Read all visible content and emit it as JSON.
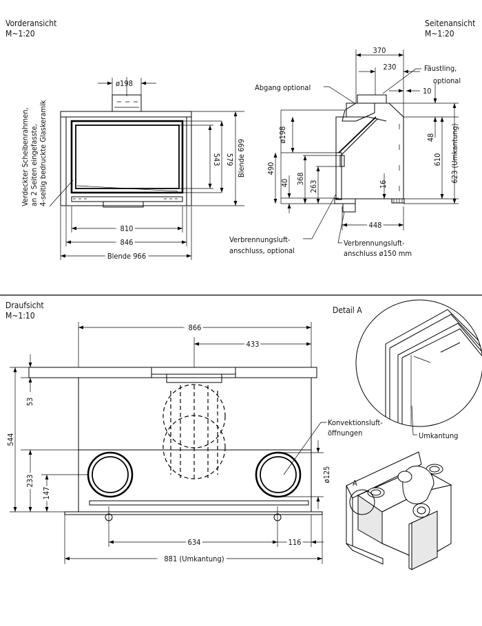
{
  "front": {
    "title": "Vorderansicht",
    "scale": "M~1:20",
    "dim_flue": "ø198",
    "dim_543": "543",
    "dim_579": "579",
    "dim_blende_h": "Blende 699",
    "dim_810": "810",
    "dim_846": "846",
    "dim_blende_w": "Blende 966",
    "note": [
      "Verdeckter Scheibenrahmen,",
      "an 2 Seiten eingefasste,",
      "4-seitig bedruckte Glaskeramik"
    ]
  },
  "side": {
    "title": "Seitenansicht",
    "scale": "M~1:20",
    "dim_370": "370",
    "dim_230": "230",
    "dim_10": "10",
    "faustling": [
      "Fäustling,",
      "optional"
    ],
    "abgang": "Abgang optional",
    "dim_198": "ø198",
    "dim_490": "490",
    "dim_40": "40",
    "dim_368": "368",
    "dim_263": "263",
    "dim_16": "16",
    "dim_48": "48",
    "dim_610": "610",
    "dim_623": "623 (Umkantung)",
    "dim_448": "448",
    "air_opt": [
      "Verbrennungsluft-",
      "anschluss, optional"
    ],
    "air_150": [
      "Verbrennungsluft-",
      "anschluss ø150 mm"
    ]
  },
  "top": {
    "title": "Draufsicht",
    "scale": "M~1:10",
    "dim_866": "866",
    "dim_433": "433",
    "dim_53": "53",
    "dim_544": "544",
    "dim_233": "233",
    "dim_147": "147",
    "dim_125": "ø125",
    "dim_634": "634",
    "dim_116": "116",
    "dim_881": "881 (Umkantung)",
    "konvektion": [
      "Konvektionsluft-",
      "öffnungen"
    ]
  },
  "detail": {
    "title": "Detail A",
    "umkantung": "Umkantung",
    "marker": "A"
  }
}
